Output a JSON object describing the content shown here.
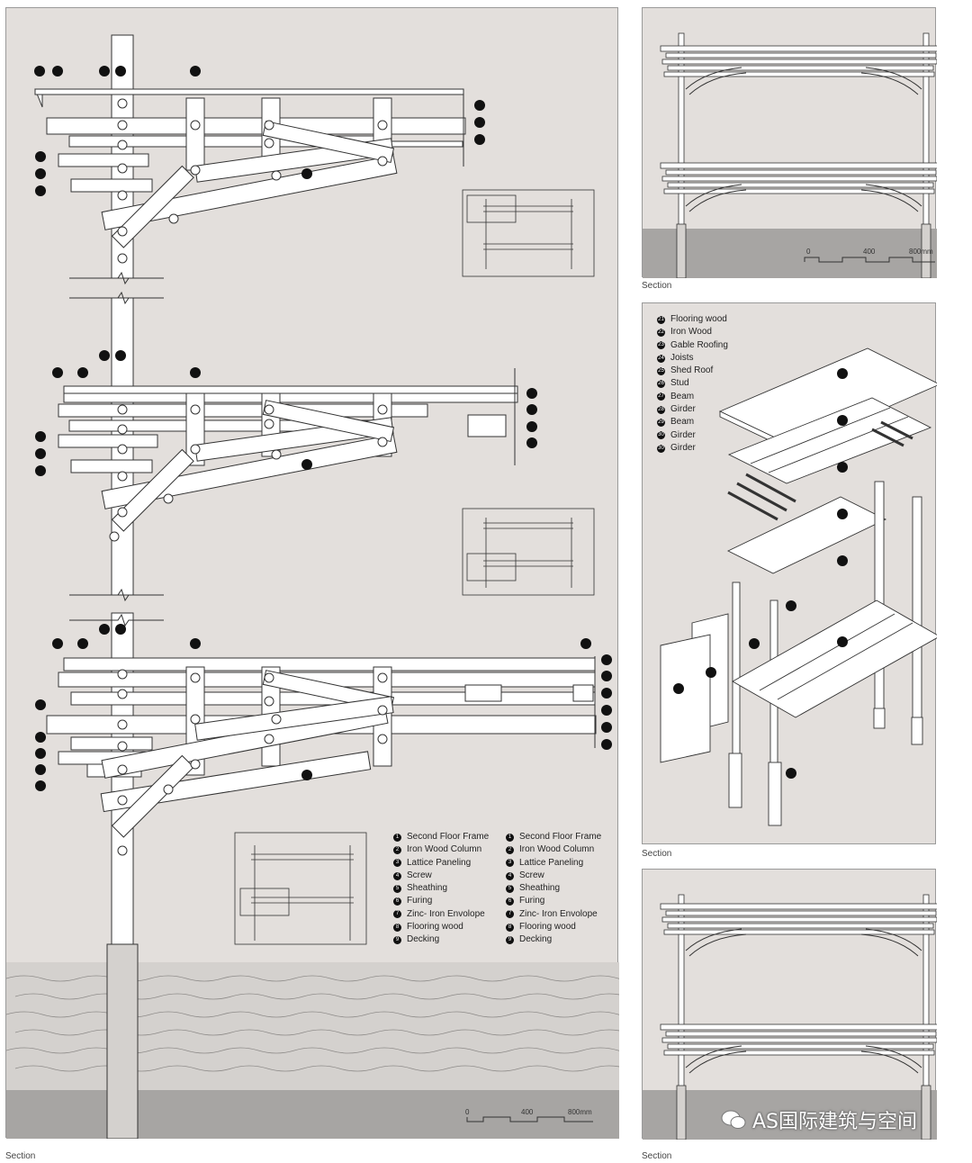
{
  "captions": {
    "left_section": "Section",
    "right_top_section": "Section",
    "right_middle_section": "Section",
    "right_bottom_section": "Section"
  },
  "scale_bar": {
    "labels": [
      "0",
      "400",
      "800mm"
    ]
  },
  "legend_left": [
    {
      "num": "1",
      "label": "Second Floor Frame"
    },
    {
      "num": "2",
      "label": "Iron Wood Column"
    },
    {
      "num": "3",
      "label": "Lattice Paneling"
    },
    {
      "num": "4",
      "label": "Screw"
    },
    {
      "num": "5",
      "label": "Sheathing"
    },
    {
      "num": "6",
      "label": "Furing"
    },
    {
      "num": "7",
      "label": "Zinc- Iron Envolope"
    },
    {
      "num": "8",
      "label": "Flooring wood"
    },
    {
      "num": "9",
      "label": "Decking"
    }
  ],
  "legend_right": [
    {
      "num": "1",
      "label": "Second Floor Frame"
    },
    {
      "num": "2",
      "label": "Iron Wood Column"
    },
    {
      "num": "3",
      "label": "Lattice Paneling"
    },
    {
      "num": "4",
      "label": "Screw"
    },
    {
      "num": "5",
      "label": "Sheathing"
    },
    {
      "num": "6",
      "label": "Furing"
    },
    {
      "num": "7",
      "label": "Zinc- Iron Envolope"
    },
    {
      "num": "8",
      "label": "Flooring wood"
    },
    {
      "num": "9",
      "label": "Decking"
    }
  ],
  "legend_axon": [
    {
      "num": "21",
      "label": "Flooring wood"
    },
    {
      "num": "22",
      "label": "Iron Wood"
    },
    {
      "num": "23",
      "label": "Gable Roofing"
    },
    {
      "num": "24",
      "label": "Joists"
    },
    {
      "num": "25",
      "label": "Shed Roof"
    },
    {
      "num": "26",
      "label": "Stud"
    },
    {
      "num": "27",
      "label": "Beam"
    },
    {
      "num": "28",
      "label": "Girder"
    },
    {
      "num": "29",
      "label": "Beam"
    },
    {
      "num": "30",
      "label": "Girder"
    },
    {
      "num": "30",
      "label": "Girder"
    }
  ],
  "watermark": "AS国际建筑与空间",
  "colors": {
    "panel_bg": "#e3dfdc",
    "ground": "#a7a5a3",
    "member": "#ffffff",
    "line": "#333333",
    "marker": "#111111"
  }
}
